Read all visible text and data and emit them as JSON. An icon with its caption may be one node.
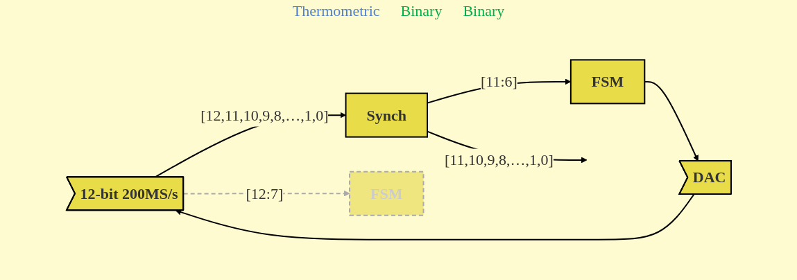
{
  "diagram": {
    "nodes": [
      {
        "text": [
          "12-bit 200MS/s"
        ]
      },
      {
        "text": [
          "Synch"
        ]
      },
      {
        "text": [
          "FSM"
        ]
      },
      {
        "text": [
          "DAC"
        ]
      },
      {
        "text": [
          "FSM"
        ]
      }
    ],
    "edges": [
      {
        "from": 0,
        "to": 1,
        "arrow": "to",
        "label": "[12,11,10,9,8,…,1,0]"
      },
      {
        "from": 0,
        "to": 2,
        "arrow": "to",
        "label": "[12:7]",
        "style": "dashed",
        "color": "#aaaaaa"
      },
      {
        "from": 1,
        "to": null,
        "arrow": "to",
        "label": "[11,10,9,8,…,1,0]"
      },
      {
        "from": 1,
        "to": 4,
        "arrow": "to",
        "label": "[11:6]"
      },
      {
        "from": 4,
        "to": 3,
        "arrow": "to"
      },
      {
        "from": 3,
        "to": 0,
        "arrow": "to"
      }
    ],
    "labels": [
      "Thermometric",
      "Binary",
      "Binary"
    ]
  }
}
